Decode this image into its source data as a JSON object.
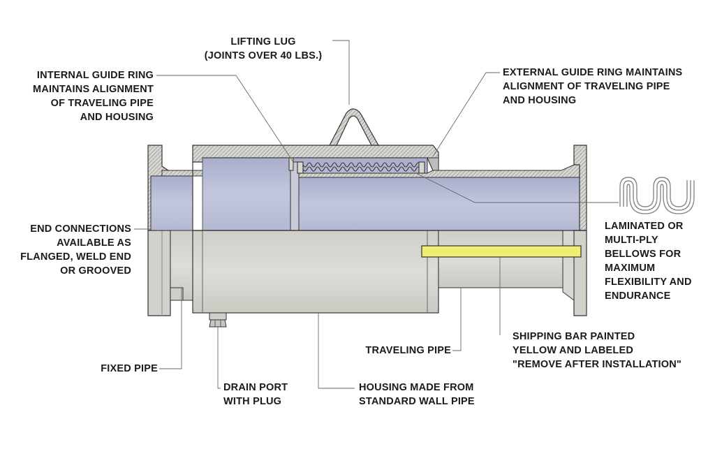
{
  "labels": {
    "lifting_lug": [
      "LIFTING LUG",
      "(JOINTS OVER 40 LBS.)"
    ],
    "internal_guide": [
      "INTERNAL GUIDE RING",
      "MAINTAINS ALIGNMENT",
      "OF TRAVELING PIPE",
      "AND HOUSING"
    ],
    "external_guide": [
      "EXTERNAL GUIDE RING MAINTAINS",
      "ALIGNMENT OF TRAVELING PIPE",
      "AND HOUSING"
    ],
    "end_connections": [
      "END CONNECTIONS",
      "AVAILABLE AS",
      "FLANGED, WELD END",
      "OR GROOVED"
    ],
    "bellows": [
      "LAMINATED OR",
      "MULTI-PLY",
      "BELLOWS FOR",
      "MAXIMUM",
      "FLEXIBILITY AND",
      "ENDURANCE"
    ],
    "shipping_bar": [
      "SHIPPING BAR PAINTED",
      "YELLOW AND LABELED",
      "\"REMOVE AFTER INSTALLATION\""
    ],
    "traveling_pipe": [
      "TRAVELING PIPE"
    ],
    "fixed_pipe": [
      "FIXED PIPE"
    ],
    "drain_port": [
      "DRAIN PORT",
      "WITH PLUG"
    ],
    "housing": [
      "HOUSING MADE FROM",
      "STANDARD WALL PIPE"
    ]
  },
  "colors": {
    "pipe_inner": "#b9bdd6",
    "pipe_body": "#d6d5cf",
    "shipping_bar": "#f1ec73",
    "outline": "#333333",
    "leader": "#666666"
  }
}
